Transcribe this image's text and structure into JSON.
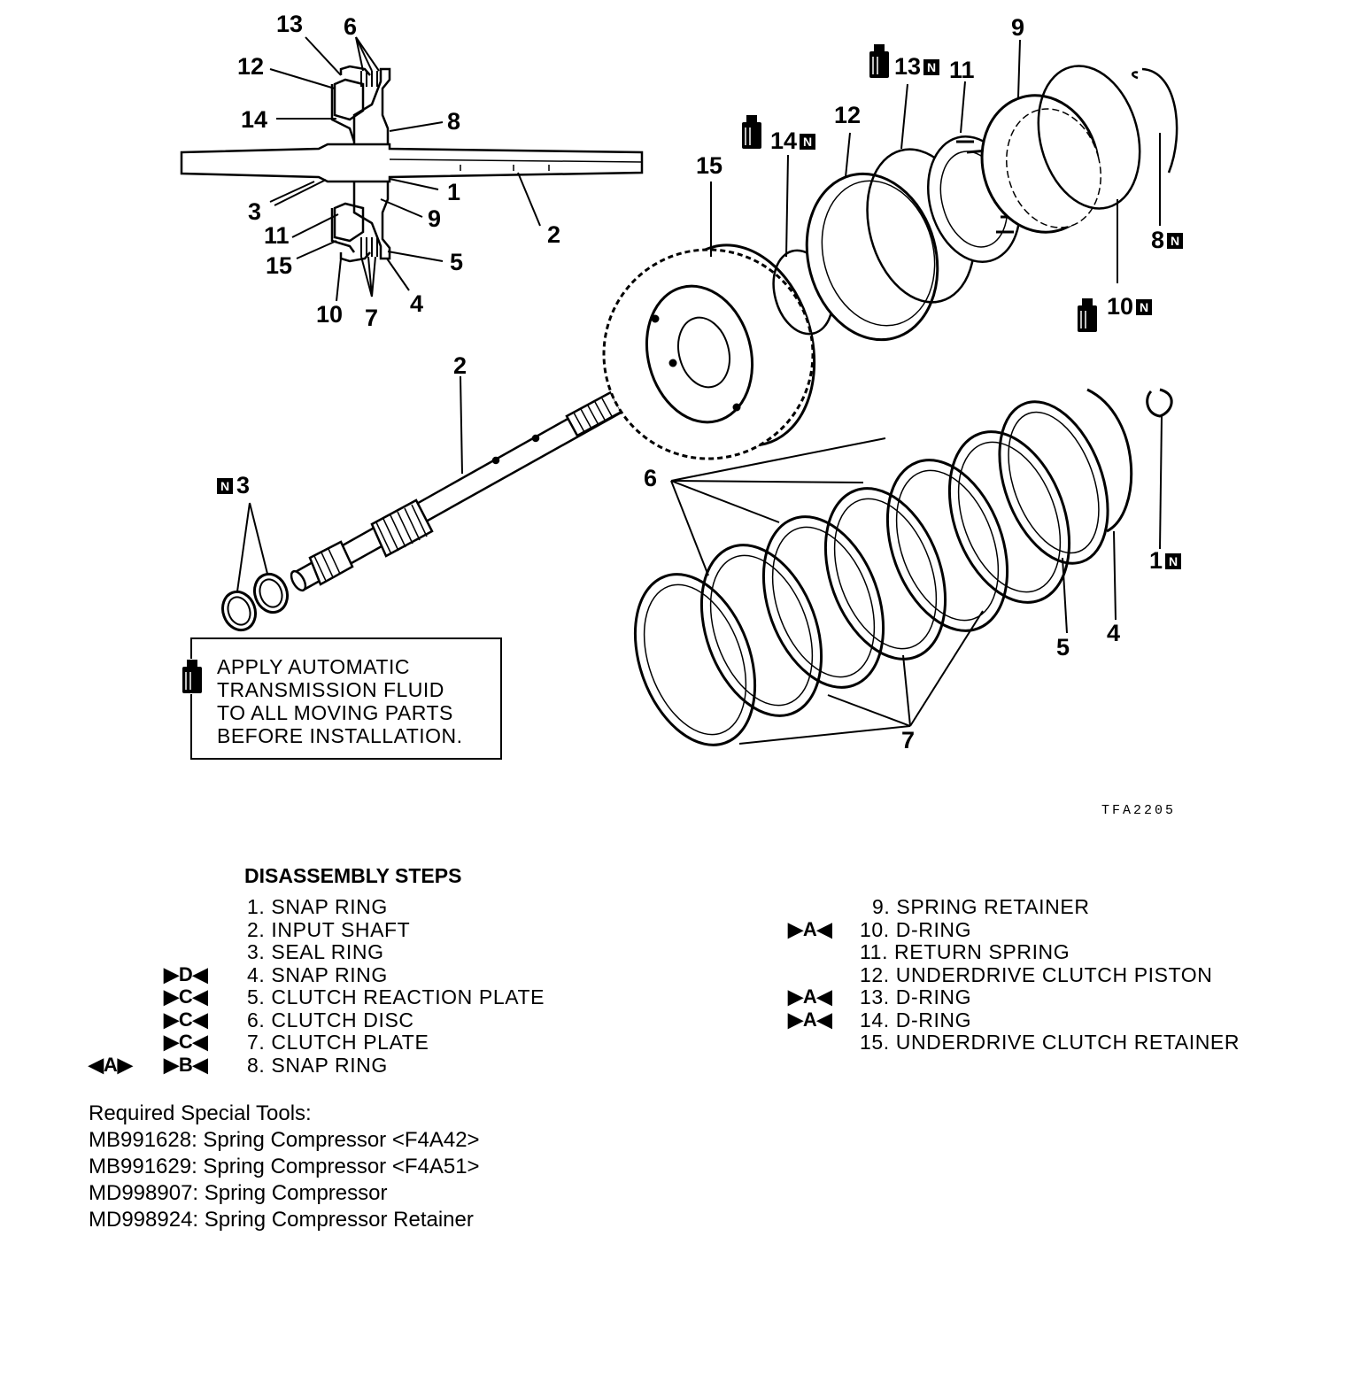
{
  "callouts": {
    "c13_top": "13",
    "c6_top": "6",
    "c12_top": "12",
    "c14_top": "14",
    "c8_top": "8",
    "c1_top": "1",
    "c3_top": "3",
    "c9_top": "9",
    "c2_top": "2",
    "c11_top": "11",
    "c15_top": "15",
    "c5_top": "5",
    "c4_top": "4",
    "c10_top": "10",
    "c7_top": "7",
    "c9": "9",
    "c13": "13",
    "c11": "11",
    "c12": "12",
    "c14": "14",
    "c15": "15",
    "c8": "8",
    "c10": "10",
    "c2": "2",
    "c3": "3",
    "c6": "6",
    "c1": "1",
    "c5": "5",
    "c4": "4",
    "c7": "7"
  },
  "badge": "N",
  "note": {
    "line1": "APPLY AUTOMATIC",
    "line2": "TRANSMISSION FLUID",
    "line3": "TO ALL MOVING PARTS",
    "line4": "BEFORE INSTALLATION."
  },
  "figure_code": "TFA2205",
  "steps_title": "DISASSEMBLY STEPS",
  "steps": [
    "1. SNAP RING",
    "2. INPUT SHAFT",
    "3. SEAL RING",
    "4. SNAP RING",
    "5. CLUTCH REACTION PLATE",
    "6. CLUTCH DISC",
    "7. CLUTCH PLATE",
    "8. SNAP RING",
    "9. SPRING RETAINER",
    "10. D-RING",
    "11. RETURN SPRING",
    "12. UNDERDRIVE CLUTCH PISTON",
    "13. D-RING",
    "14. D-RING",
    "15. UNDERDRIVE CLUTCH RETAINER"
  ],
  "marks": {
    "D": "▶D◀",
    "C": "▶C◀",
    "B": "▶B◀",
    "A_rev": "◀A▶",
    "A": "▶A◀"
  },
  "tools_title": "Required Special Tools:",
  "tools": [
    "MB991628: Spring Compressor <F4A42>",
    "MB991629: Spring Compressor <F4A51>",
    "MD998907: Spring Compressor",
    "MD998924: Spring Compressor Retainer"
  ]
}
